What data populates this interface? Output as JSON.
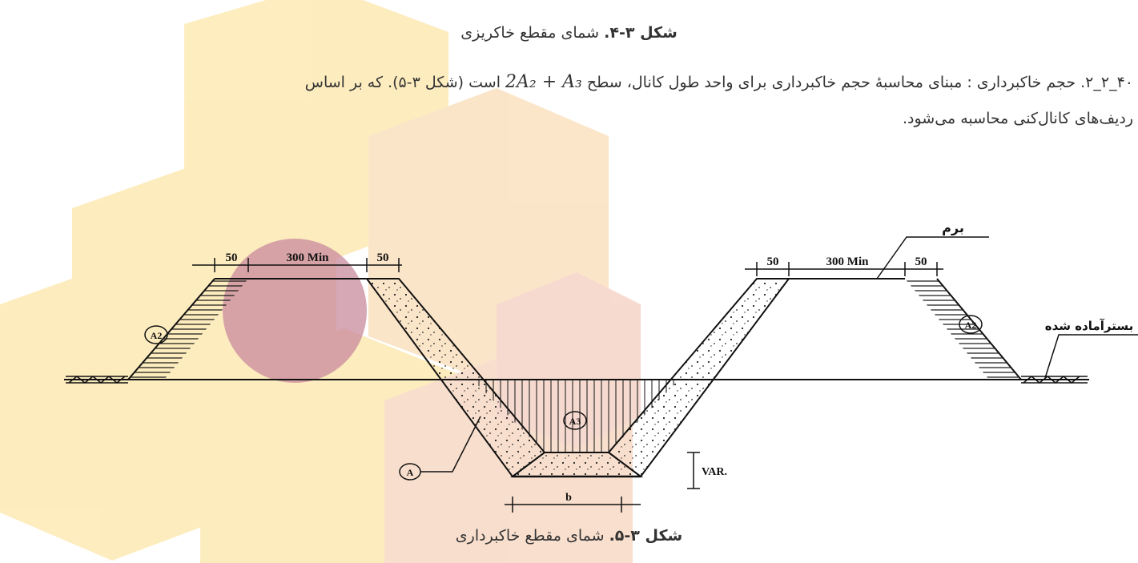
{
  "caption_top": {
    "prefix": "شکل ۳-۴.",
    "text": " شمای مقطع خاکریزی"
  },
  "paragraph": {
    "line1_a": "۴۰_۲_۲. حجم خاکبرداری : مبنای محاسبهٔ حجم خاکبرداری برای واحد طول کانال، سطح ",
    "formula": "2A₂ + A₃",
    "line1_b": " است (شکل ۳-۵). که بر اساس",
    "line2": "ردیف‌های کانال‌کنی محاسبه می‌شود."
  },
  "diagram": {
    "left_dims": {
      "berm": "50",
      "top": "300 Min",
      "berm2": "50"
    },
    "right_dims": {
      "berm": "50",
      "top": "300 Min",
      "berm2": "50"
    },
    "label_A2_left": "A2",
    "label_A2_right": "A2",
    "label_A3": "A3",
    "label_A": "A",
    "label_b": "b",
    "label_var": "VAR.",
    "label_berm": "برم",
    "label_bed": "بسترآماده شده"
  },
  "caption_bottom": {
    "prefix": "شکل ۳-۵.",
    "text": " شمای مقطع خاکبرداری"
  },
  "colors": {
    "watermark_a": "#fdebb8",
    "watermark_b": "#f7dfc2",
    "sphere": "#c88a9c",
    "ink": "#111111"
  }
}
